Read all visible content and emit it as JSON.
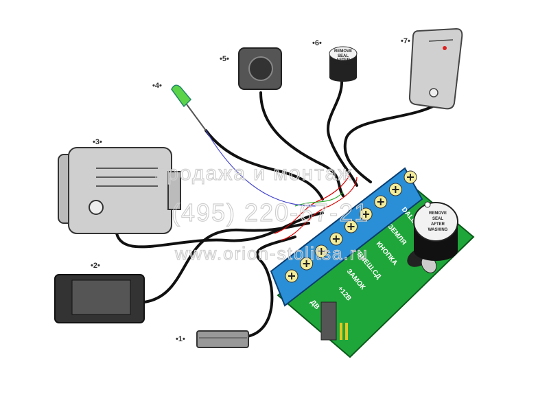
{
  "labels": {
    "n1": "•1•",
    "n2": "•2•",
    "n3": "•3•",
    "n4": "•4•",
    "n5": "•5•",
    "n6": "•6•",
    "n7": "•7•"
  },
  "board": {
    "terminals": [
      "DALLAS",
      "ЗЕМЛЯ",
      "КНОПКА",
      "ВНЕШ.СД",
      "ЗАМОК",
      "+12В",
      "ДВ"
    ],
    "buzzer_text": [
      "REMOVE",
      "SEAL",
      "AFTER",
      "WASHING"
    ]
  },
  "buzzer_text": [
    "REMOVE",
    "SEAL",
    "AFTER",
    "WASHING"
  ],
  "watermark": {
    "line1": "продажа и монтаж",
    "line2": "(495) 220-67-21",
    "line3": "www.orion-stolitsa.ru"
  },
  "colors": {
    "pcb": "#1fa63a",
    "terminal": "#2a8fd6",
    "screw": "#f3ec9a",
    "device": "#c8c8c8",
    "wire": "#111111"
  }
}
